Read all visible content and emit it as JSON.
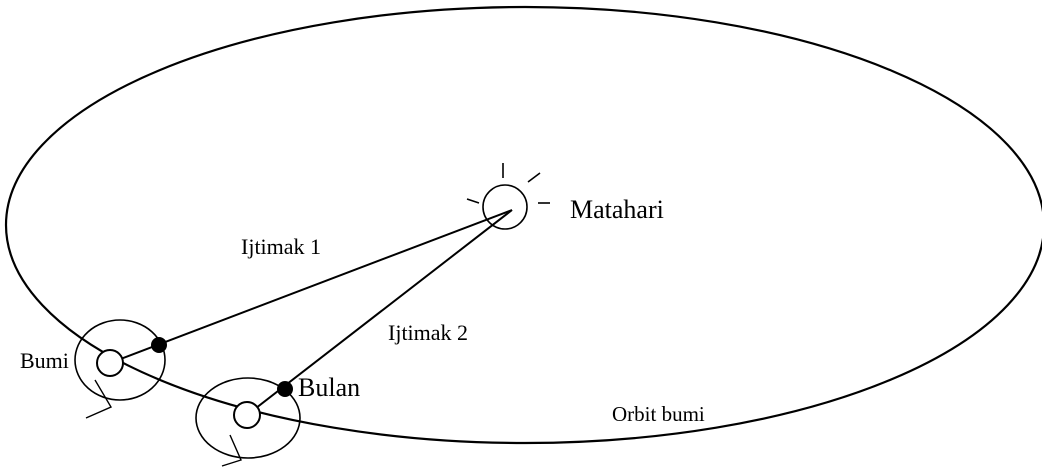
{
  "labels": {
    "sun": "Matahari",
    "conjunction_1": "Ijtimak 1",
    "conjunction_2": "Ijtimak 2",
    "earth": "Bumi",
    "moon": "Bulan",
    "earth_orbit": "Orbit bumi"
  },
  "colors": {
    "stroke": "#000000",
    "background": "#ffffff"
  }
}
